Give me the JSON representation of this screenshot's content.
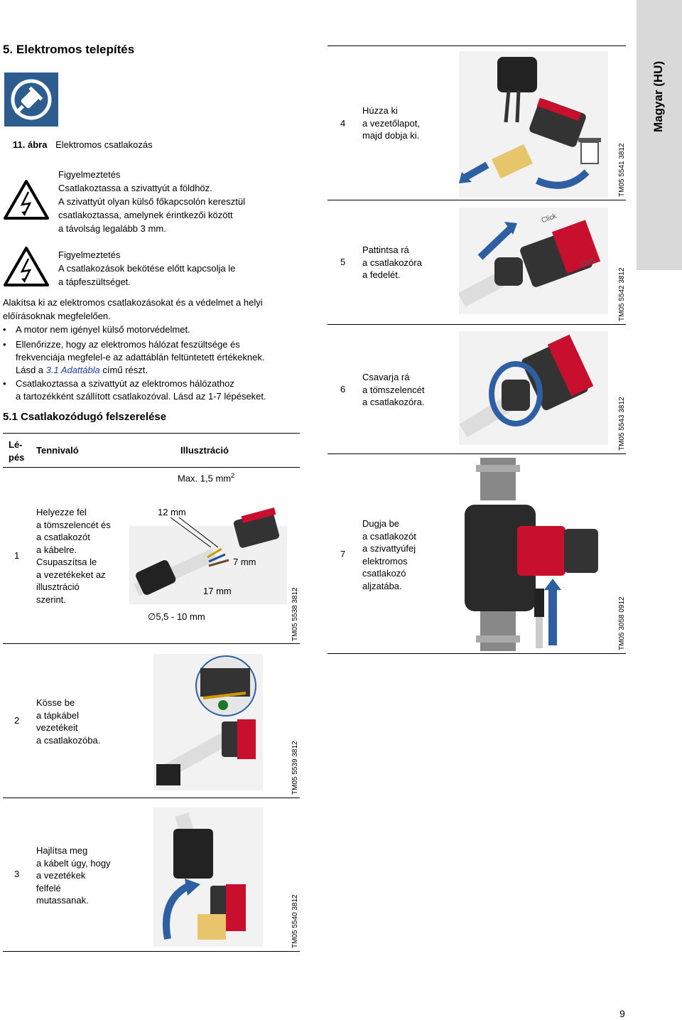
{
  "section_title": "5. Elektromos telepítés",
  "figure": {
    "number": "11. ábra",
    "caption": "Elektromos csatlakozás",
    "icon": "electrical-plug-icon"
  },
  "warnings": [
    {
      "title": "Figyelmeztetés",
      "lines": [
        "Csatlakoztassa a szivattyút a földhöz.",
        "A szivattyút olyan külső főkapcsolón keresztül",
        "csatlakoztassa, amelynek érintkezői között",
        "a távolság legalább 3 mm."
      ]
    },
    {
      "title": "Figyelmeztetés",
      "lines": [
        "A csatlakozások bekötése előtt kapcsolja le",
        "a tápfeszültséget."
      ]
    }
  ],
  "intro": [
    "Alakítsa ki az elektromos csatlakozásokat és a védelmet a helyi",
    "előírásoknak megfelelően."
  ],
  "bullets": [
    {
      "lines": [
        "A motor nem igényel külső motorvédelmet."
      ]
    },
    {
      "lines": [
        "Ellenőrizze, hogy az elektromos hálózat feszültsége és",
        "frekvenciája megfelel-e az adattáblán feltüntetett értékeknek."
      ],
      "ref_prefix": "Lásd a ",
      "ref_link": "3.1 Adattábla",
      "ref_suffix": " című részt."
    },
    {
      "lines": [
        "Csatlakoztassa a szivattyút az elektromos hálózathoz",
        "a tartozékként szállított csatlakozóval. Lásd az 1-7 lépéseket."
      ]
    }
  ],
  "subsection_title": "5.1 Csatlakozódugó felszerelése",
  "table_headers": {
    "step_line1": "Lé-",
    "step_line2": "pés",
    "todo": "Tennivaló",
    "illustration": "Illusztráció"
  },
  "dimensions": {
    "max": "Max. 1,5 mm",
    "max_sup": "2",
    "d12": "12 mm",
    "d7": "7 mm",
    "d17": "17 mm",
    "diam": "5,5 - 10 mm"
  },
  "steps": [
    {
      "num": "1",
      "text": [
        "Helyezze fel",
        "a tömszelencét és",
        "a csatlakozót",
        "a kábelre.",
        "Csupaszítsa le",
        "a vezetékeket az",
        "illusztráció",
        "szerint."
      ],
      "code": "TM05 5538 3812"
    },
    {
      "num": "2",
      "text": [
        "Kösse be",
        "a tápkábel",
        "vezetékeit",
        "a csatlakozóba."
      ],
      "code": "TM05 5539 3812"
    },
    {
      "num": "3",
      "text": [
        "Hajlítsa meg",
        "a kábelt úgy, hogy",
        "a vezetékek",
        "felfelé",
        "mutassanak."
      ],
      "code": "TM05 5540 3812"
    },
    {
      "num": "4",
      "text": [
        "Húzza ki",
        "a vezetőlapot,",
        "majd dobja ki."
      ],
      "code": "TM05 5541 3812"
    },
    {
      "num": "5",
      "text": [
        "Pattintsa rá",
        "a csatlakozóra",
        "a fedelét."
      ],
      "code": "TM05 5542 3812"
    },
    {
      "num": "6",
      "text": [
        "Csavarja rá",
        "a tömszelencét",
        "a csatlakozóra."
      ],
      "code": "TM05 5543 3812"
    },
    {
      "num": "7",
      "text": [
        "Dugja be",
        "a csatlakozót",
        "a szivattyúfej",
        "elektromos",
        "csatlakozó",
        "aljzatába."
      ],
      "code": "TM05 3058 0912"
    }
  ],
  "click_label": "Click",
  "side_tab": "Magyar (HU)",
  "page_number": "9",
  "colors": {
    "icon_bg": "#2d5d8f",
    "arrow": "#2e5fa3",
    "pump_red": "#c8102e",
    "tab_gray": "#d9d9d9",
    "link": "#1a3ea8"
  }
}
